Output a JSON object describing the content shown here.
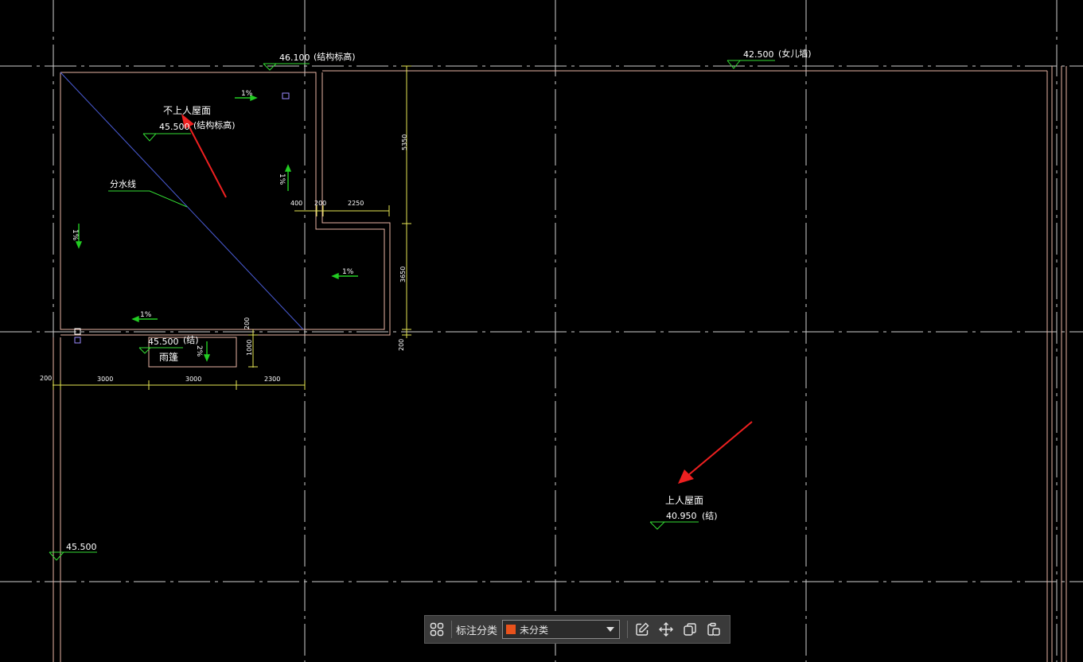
{
  "drawing": {
    "annotations": [
      {
        "text": "46.100",
        "color": "#ffffff"
      },
      {
        "text": "(结构标高)",
        "color": "#ffffff"
      },
      {
        "text": "42.500",
        "color": "#ffffff"
      },
      {
        "text": "(女儿墙)",
        "color": "#ffffff"
      },
      {
        "text": "不上人屋面",
        "color": "#ffffff"
      },
      {
        "text": "45.500",
        "color": "#ffffff"
      },
      {
        "text": "(结构标高)",
        "color": "#ffffff"
      },
      {
        "text": "分水线",
        "color": "#ffffff"
      },
      {
        "text": "1%",
        "color": "#ffffff"
      },
      {
        "text": "1%",
        "color": "#ffffff"
      },
      {
        "text": "1%",
        "color": "#ffffff"
      },
      {
        "text": "1%",
        "color": "#ffffff"
      },
      {
        "text": "1%",
        "color": "#ffffff"
      },
      {
        "text": "45.500",
        "color": "#ffffff"
      },
      {
        "text": "(结)",
        "color": "#ffffff"
      },
      {
        "text": "雨篷",
        "color": "#ffffff"
      },
      {
        "text": "2%",
        "color": "#ffffff"
      },
      {
        "text": "上人屋面",
        "color": "#ffffff"
      },
      {
        "text": "40.950",
        "color": "#ffffff"
      },
      {
        "text": "(结)",
        "color": "#ffffff"
      },
      {
        "text": "45.500",
        "color": "#ffffff"
      }
    ],
    "dimensions": [
      {
        "text": "5350"
      },
      {
        "text": "400"
      },
      {
        "text": "200"
      },
      {
        "text": "2250"
      },
      {
        "text": "3650"
      },
      {
        "text": "200"
      },
      {
        "text": "200"
      },
      {
        "text": "1000"
      },
      {
        "text": "200"
      },
      {
        "text": "3000"
      },
      {
        "text": "3000"
      },
      {
        "text": "2300"
      }
    ],
    "colors": {
      "background": "#000000",
      "grid": "#d0d0d0",
      "wall": "#e8b4a4",
      "dimension": "#e6e655",
      "elevation": "#33dd33",
      "slope": "#22cc22",
      "ridge": "#4a5cd6",
      "arrow": "#ee2020",
      "text": "#ffffff"
    }
  },
  "toolbar": {
    "grid_icon": "grid-icon",
    "category_label": "标注分类",
    "category_value": "未分类",
    "category_color": "#e8521c",
    "edit_icon": "edit-icon",
    "move_icon": "move-icon",
    "copy_icon": "copy-icon",
    "paste_icon": "paste-icon"
  }
}
